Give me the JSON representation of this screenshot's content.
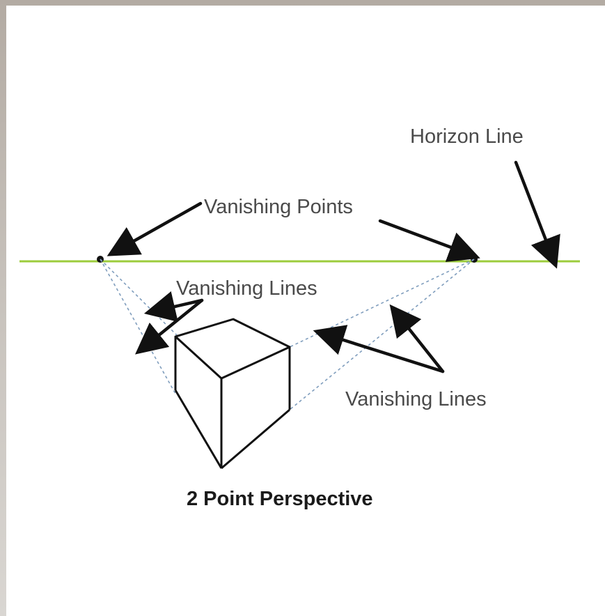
{
  "title": "2 Point Perspective",
  "labels": {
    "horizon_line": "Horizon Line",
    "vanishing_points": "Vanishing Points",
    "vanishing_lines_upper": "Vanishing Lines",
    "vanishing_lines_lower": "Vanishing Lines"
  },
  "colors": {
    "horizon": "#9ccc3c",
    "construction_lines": "#7f9dbd",
    "ink": "#111111"
  }
}
